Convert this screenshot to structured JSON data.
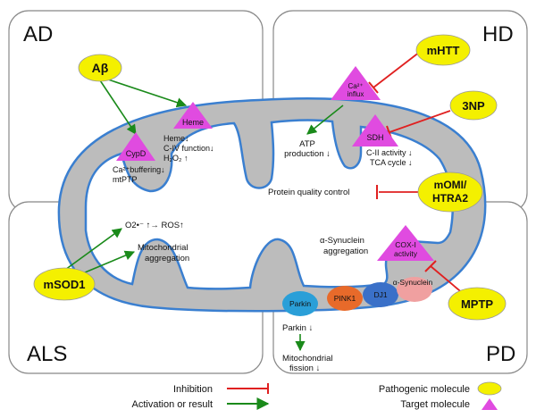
{
  "quadrants": {
    "ad": "AD",
    "hd": "HD",
    "als": "ALS",
    "pd": "PD"
  },
  "pathogenic": {
    "abeta": "Aβ",
    "mhtt": "mHTT",
    "np3": "3NP",
    "momi_1": "mOMI/",
    "momi_2": "HTRA2",
    "msod1": "mSOD1",
    "mptp": "MPTP"
  },
  "targets": {
    "heme": "Heme",
    "cypd": "CypD",
    "ca_1": "Ca²⁺",
    "ca_2": "influx",
    "sdh": "SDH",
    "cox_1": "COX-I",
    "cox_2": "activity"
  },
  "pd_proteins": {
    "parkin": "Parkin",
    "pink1": "PINK1",
    "dj1": "DJ1",
    "syn": "α-Synuclein"
  },
  "effects": {
    "heme_1": "Heme↓",
    "heme_2": "C-IV function↓",
    "heme_3": "H₂O₂ ↑",
    "cypd_1": "Ca²⁺buffering↓",
    "cypd_2": "mtPTP",
    "atp_1": "ATP",
    "atp_2": "production ↓",
    "sdh_1": "C-II activity ↓",
    "sdh_2": "TCA cycle ↓",
    "pqc": "Protein quality control",
    "ros": "O2•⁻ ↑→ ROS↑",
    "mito_1": "Mitochondrial",
    "mito_2": "aggregation",
    "syn_1": "α-Synuclein",
    "syn_2": "aggregation",
    "parkin_down": "Parkin ↓",
    "fission_1": "Mitochondrial",
    "fission_2": "fission ↓"
  },
  "legend": {
    "inhibition": "Inhibition",
    "activation": "Activation or result",
    "pathogenic": "Pathogenic molecule",
    "target": "Target molecule"
  },
  "colors": {
    "pathogenic_fill": "#f4f000",
    "target_fill": "#e04be0",
    "mito_fill": "#bcbcbc",
    "mito_stroke": "#3a7fd0",
    "inhibit": "#e02020",
    "activate": "#1a8a1a",
    "parkin": "#2a9fd8",
    "pink1": "#e86a2a",
    "dj1": "#3a70c8",
    "syn": "#f0a0a0"
  }
}
